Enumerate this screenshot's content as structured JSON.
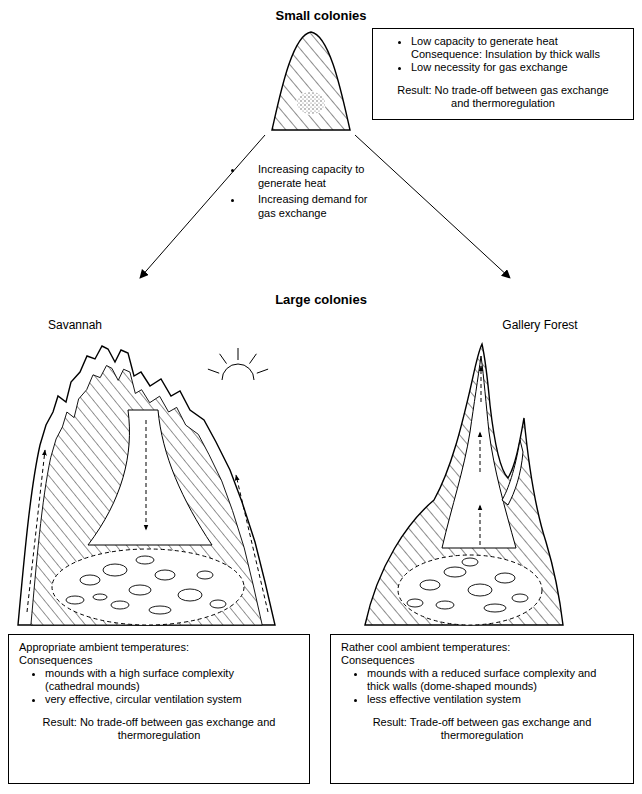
{
  "diagram": {
    "nodes": [
      {
        "text": [
          "Low capacity to generate heat",
          "Consequence: Insulation by thick walls",
          "Low necessity for gas exchange",
          "Result: No trade-off between gas exchange and thermoregulation"
        ]
      },
      {
        "text": [
          "Appropriate ambient temperatures: Consequences",
          "mounds with a high surface complexity (cathedral mounds)",
          "very effective, circular ventilation system",
          "Result: No trade-off between gas exchange and thermoregulation"
        ]
      },
      {
        "text": [
          "Rather cool ambient temperatures: Consequences",
          "mounds with a reduced surface complexity and thick walls (dome-shaped mounds)",
          "less effective ventilation system",
          "Result: Trade-off between gas exchange and thermoregulation"
        ]
      }
    ],
    "labels": [
      "Small colonies",
      "Increasing capacity to generate heat",
      "Increasing demand for gas exchange",
      "Large colonies",
      "Savannah",
      "Gallery Forest"
    ]
  }
}
